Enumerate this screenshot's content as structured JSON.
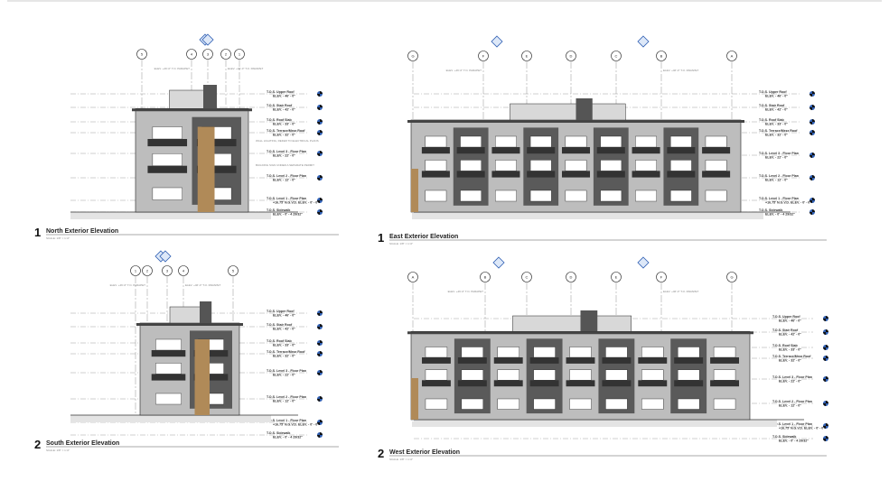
{
  "sheet": {
    "accent_color": "#2f5fb3",
    "elevations": [
      {
        "number": "1",
        "title": "North Exterior Elevation",
        "scale": "SCALE: 1/8\" = 1'-0\"",
        "grid": [
          "5",
          "4",
          "3",
          "2",
          "1"
        ]
      },
      {
        "number": "1",
        "title": "East Exterior Elevation",
        "scale": "SCALE: 1/8\" = 1'-0\"",
        "grid": [
          "G",
          "F",
          "E",
          "D",
          "C",
          "B",
          "A"
        ]
      },
      {
        "number": "2",
        "title": "South Exterior Elevation",
        "scale": "SCALE: 1/8\" = 1'-0\"",
        "grid": [
          "1",
          "2",
          "3",
          "4",
          "5"
        ]
      },
      {
        "number": "2",
        "title": "West Exterior Elevation",
        "scale": "SCALE: 1/8\" = 1'-0\"",
        "grid": [
          "A",
          "B",
          "C",
          "D",
          "E",
          "F",
          "G"
        ]
      }
    ],
    "levels": [
      {
        "name": "T.O.S. Upper Roof",
        "elev": "ELEV. - 46' - 0\""
      },
      {
        "name": "T.O.S. Stair Roof",
        "elev": "ELEV. - 42' - 0\""
      },
      {
        "name": "T.O.S. Roof Slab",
        "elev": "ELEV. - 33' - 0\""
      },
      {
        "name": "T.O.S. Terrace/Mezz Roof",
        "elev": "ELEV. - 32' - 0\""
      },
      {
        "name": "T.O.S. Level 3 - Floor Plan",
        "elev": "ELEV. - 22' - 0\""
      },
      {
        "name": "T.O.S. Level 2 - Floor Plan",
        "elev": "ELEV. - 12' - 0\""
      },
      {
        "name": "T.O.S. Level 1 - Floor Plan",
        "elev": "+16.75' N.G.V.D. ELEV. - 0' - 0\""
      },
      {
        "name": "T.O.S. Sidewalk",
        "elev": "ELEV. - 0' - 4 29/32\""
      }
    ],
    "parapet_label": "ELEV. +46'-0\" T.O. PARAPET",
    "notes": [
      "WALL LIGHTING, REFER TO ELECTRICAL PLANS",
      "BUILDING SIGN UNDER A SEPARATE PERMIT"
    ]
  }
}
